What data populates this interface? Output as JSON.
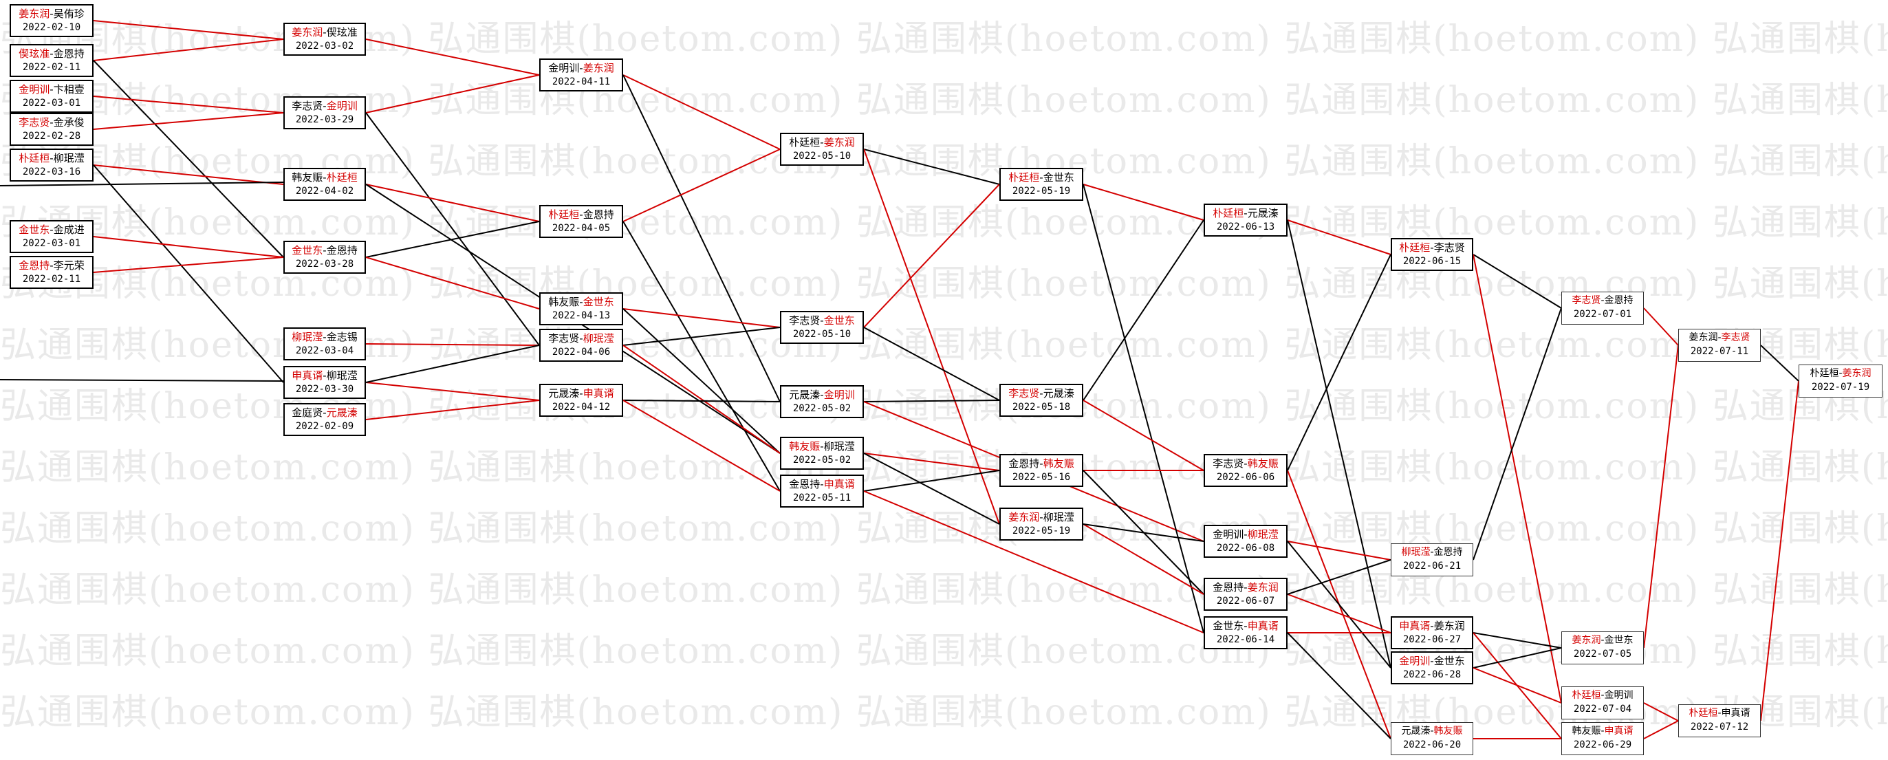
{
  "watermark_text": "弘通围棋(hoetom.com)",
  "colors": {
    "winner": "#d40000",
    "loss_line": "#000000",
    "win_line": "#d40000"
  },
  "matches": [
    {
      "id": "a1",
      "p1": "姜东润",
      "p2": "吴侑珍",
      "date": "2022-02-10",
      "winner": 1
    },
    {
      "id": "a2",
      "p1": "偰玹准",
      "p2": "金恩持",
      "date": "2022-02-11",
      "winner": 1
    },
    {
      "id": "a3",
      "p1": "金明训",
      "p2": "卞相壹",
      "date": "2022-03-01",
      "winner": 1
    },
    {
      "id": "a4",
      "p1": "李志贤",
      "p2": "金承俊",
      "date": "2022-02-28",
      "winner": 1
    },
    {
      "id": "a5",
      "p1": "朴廷桓",
      "p2": "柳珉滢",
      "date": "2022-03-16",
      "winner": 1
    },
    {
      "id": "a6",
      "p1": "金世东",
      "p2": "金成进",
      "date": "2022-03-01",
      "winner": 1
    },
    {
      "id": "a7",
      "p1": "金恩持",
      "p2": "李元荣",
      "date": "2022-02-11",
      "winner": 1
    },
    {
      "id": "b1",
      "p1": "姜东润",
      "p2": "偰玹准",
      "date": "2022-03-02",
      "winner": 1
    },
    {
      "id": "b2",
      "p1": "李志贤",
      "p2": "金明训",
      "date": "2022-03-29",
      "winner": 2
    },
    {
      "id": "b3",
      "p1": "韩友赈",
      "p2": "朴廷桓",
      "date": "2022-04-02",
      "winner": 2
    },
    {
      "id": "b4",
      "p1": "金世东",
      "p2": "金恩持",
      "date": "2022-03-28",
      "winner": 1
    },
    {
      "id": "b5",
      "p1": "柳珉滢",
      "p2": "金志锡",
      "date": "2022-03-04",
      "winner": 1
    },
    {
      "id": "b6",
      "p1": "申真谞",
      "p2": "柳珉滢",
      "date": "2022-03-30",
      "winner": 1
    },
    {
      "id": "b7",
      "p1": "金庭贤",
      "p2": "元晟溱",
      "date": "2022-02-09",
      "winner": 2
    },
    {
      "id": "c1",
      "p1": "金明训",
      "p2": "姜东润",
      "date": "2022-04-11",
      "winner": 2
    },
    {
      "id": "c2",
      "p1": "朴廷桓",
      "p2": "金恩持",
      "date": "2022-04-05",
      "winner": 1
    },
    {
      "id": "c3",
      "p1": "韩友赈",
      "p2": "金世东",
      "date": "2022-04-13",
      "winner": 2
    },
    {
      "id": "c4",
      "p1": "李志贤",
      "p2": "柳珉滢",
      "date": "2022-04-06",
      "winner": 2
    },
    {
      "id": "c5",
      "p1": "元晟溱",
      "p2": "申真谞",
      "date": "2022-04-12",
      "winner": 2
    },
    {
      "id": "d1",
      "p1": "朴廷桓",
      "p2": "姜东润",
      "date": "2022-05-10",
      "winner": 2
    },
    {
      "id": "d2",
      "p1": "李志贤",
      "p2": "金世东",
      "date": "2022-05-10",
      "winner": 2
    },
    {
      "id": "d3",
      "p1": "元晟溱",
      "p2": "金明训",
      "date": "2022-05-02",
      "winner": 2
    },
    {
      "id": "d4",
      "p1": "韩友赈",
      "p2": "柳珉滢",
      "date": "2022-05-02",
      "winner": 1
    },
    {
      "id": "d5",
      "p1": "金恩持",
      "p2": "申真谞",
      "date": "2022-05-11",
      "winner": 2
    },
    {
      "id": "e1",
      "p1": "朴廷桓",
      "p2": "金世东",
      "date": "2022-05-19",
      "winner": 1
    },
    {
      "id": "e2",
      "p1": "李志贤",
      "p2": "元晟溱",
      "date": "2022-05-18",
      "winner": 1
    },
    {
      "id": "e3",
      "p1": "金恩持",
      "p2": "韩友赈",
      "date": "2022-05-16",
      "winner": 2
    },
    {
      "id": "e4",
      "p1": "姜东润",
      "p2": "柳珉滢",
      "date": "2022-05-19",
      "winner": 1
    },
    {
      "id": "f1",
      "p1": "朴廷桓",
      "p2": "元晟溱",
      "date": "2022-06-13",
      "winner": 1
    },
    {
      "id": "f2",
      "p1": "李志贤",
      "p2": "韩友赈",
      "date": "2022-06-06",
      "winner": 2
    },
    {
      "id": "f3",
      "p1": "金明训",
      "p2": "柳珉滢",
      "date": "2022-06-08",
      "winner": 2
    },
    {
      "id": "f4",
      "p1": "金恩持",
      "p2": "姜东润",
      "date": "2022-06-07",
      "winner": 2
    },
    {
      "id": "f5",
      "p1": "金世东",
      "p2": "申真谞",
      "date": "2022-06-14",
      "winner": 2
    },
    {
      "id": "g1",
      "p1": "朴廷桓",
      "p2": "李志贤",
      "date": "2022-06-15",
      "winner": 1
    },
    {
      "id": "g2",
      "p1": "柳珉滢",
      "p2": "金恩持",
      "date": "2022-06-21",
      "winner": 1
    },
    {
      "id": "g3",
      "p1": "申真谞",
      "p2": "姜东润",
      "date": "2022-06-27",
      "winner": 1
    },
    {
      "id": "g4",
      "p1": "金明训",
      "p2": "金世东",
      "date": "2022-06-28",
      "winner": 1
    },
    {
      "id": "g5",
      "p1": "元晟溱",
      "p2": "韩友赈",
      "date": "2022-06-20",
      "winner": 2
    },
    {
      "id": "h1",
      "p1": "李志贤",
      "p2": "金恩持",
      "date": "2022-07-01",
      "winner": 1
    },
    {
      "id": "h2",
      "p1": "姜东润",
      "p2": "金世东",
      "date": "2022-07-05",
      "winner": 1
    },
    {
      "id": "h3",
      "p1": "朴廷桓",
      "p2": "金明训",
      "date": "2022-07-04",
      "winner": 1
    },
    {
      "id": "h4",
      "p1": "韩友赈",
      "p2": "申真谞",
      "date": "2022-06-29",
      "winner": 2
    },
    {
      "id": "i1",
      "p1": "姜东润",
      "p2": "李志贤",
      "date": "2022-07-11",
      "winner": 2
    },
    {
      "id": "i2",
      "p1": "朴廷桓",
      "p2": "申真谞",
      "date": "2022-07-12",
      "winner": 1
    },
    {
      "id": "j1",
      "p1": "朴廷桓",
      "p2": "姜东润",
      "date": "2022-07-19",
      "winner": 2
    }
  ]
}
